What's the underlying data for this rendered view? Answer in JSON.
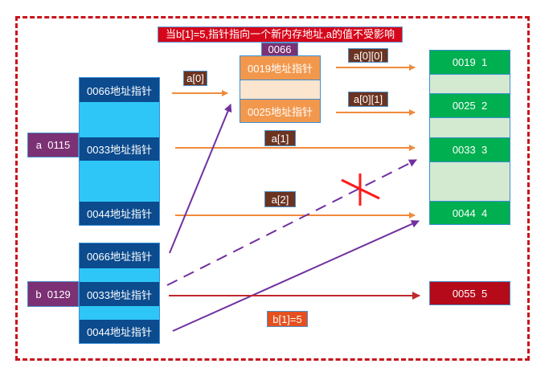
{
  "title": "当b[1]=5,指针指向一个新内存地址,a的值不受影响",
  "var_a": {
    "label": "a  0115",
    "cells": [
      "0066地址指针",
      "",
      "0033地址指针",
      "",
      "0044地址指针"
    ]
  },
  "var_b": {
    "label": "b  0129",
    "cells": [
      "0066地址指针",
      "",
      "0033地址指针",
      "",
      "0044地址指针"
    ]
  },
  "inner_block": {
    "address": "0066",
    "cells": [
      "0019地址指针",
      "",
      "0025地址指针"
    ]
  },
  "values_block": {
    "cells": [
      "0019  1",
      "",
      "0025  2",
      "",
      "0033  3",
      "",
      "0044  4"
    ]
  },
  "new_value": "0055  5",
  "labels": {
    "a0": "a[0]",
    "a00": "a[0][0]",
    "a01": "a[0][1]",
    "a1": "a[1]",
    "a2": "a[2]",
    "b1": "b[1]=5"
  },
  "colors": {
    "frame": "#c8141c",
    "orange_arrow": "#f08a3c",
    "purple_arrow": "#7030a0",
    "red_arrow": "#c0282e",
    "cross": "#ff1a1a"
  }
}
